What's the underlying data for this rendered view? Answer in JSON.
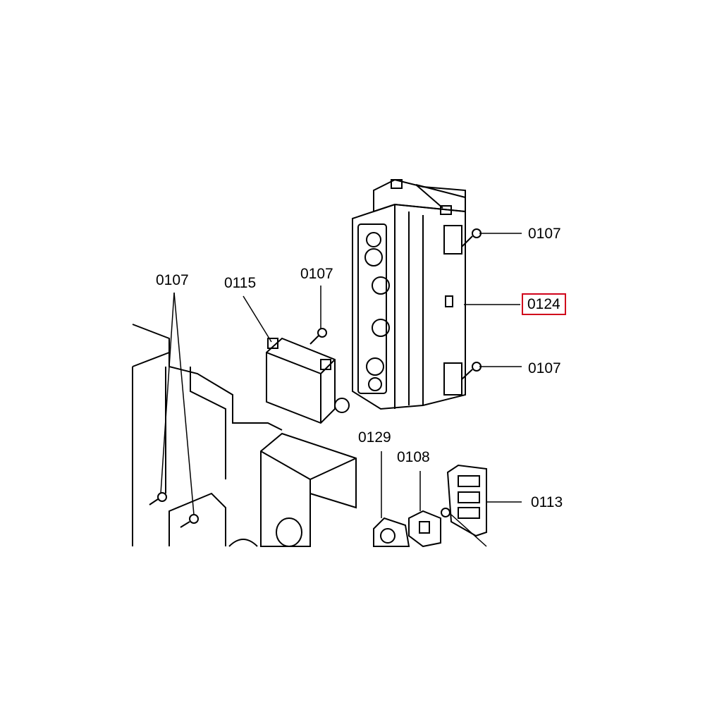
{
  "labels": {
    "l0107_top_right": "0107",
    "l0107_left": "0107",
    "l0107_mid": "0107",
    "l0107_bottom_right": "0107",
    "l0115": "0115",
    "l0124": "0124",
    "l0129": "0129",
    "l0108": "0108",
    "l0113": "0113"
  },
  "highlight_color": "#d0021b"
}
